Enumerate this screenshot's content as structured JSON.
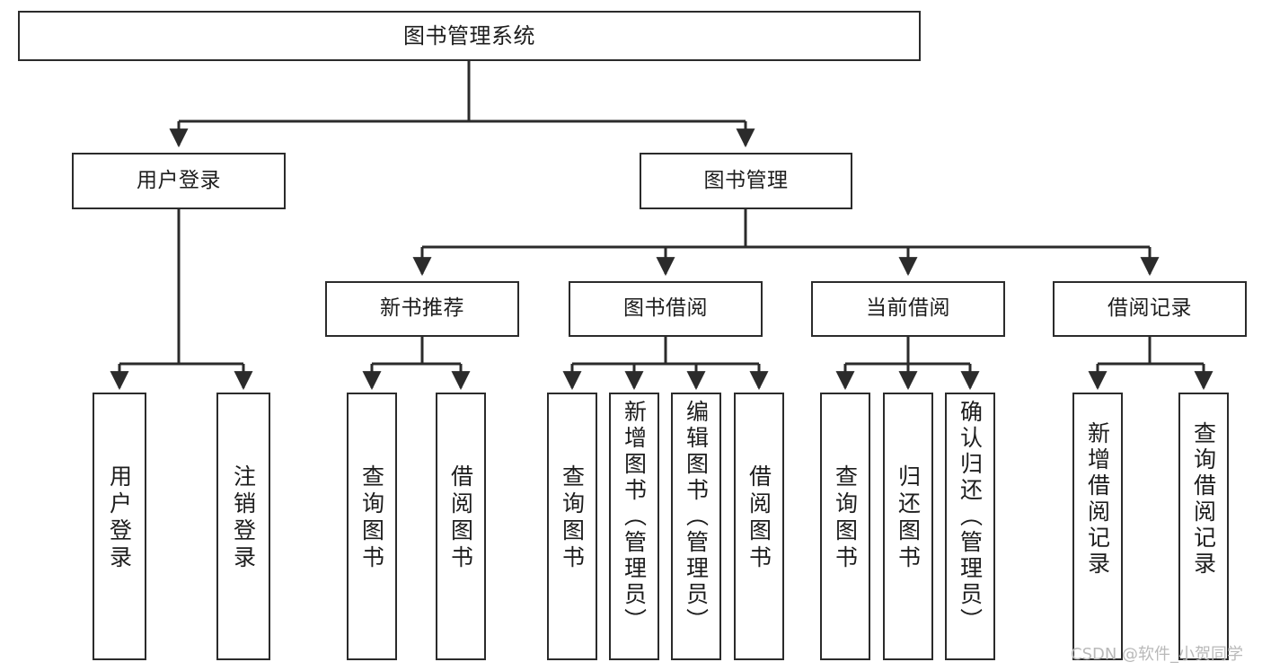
{
  "diagram": {
    "type": "tree-hierarchy-chart",
    "title": "图书管理系统",
    "watermark": "CSDN @软件_小贺同学",
    "colors": {
      "background": "#ffffff",
      "stroke": "#2b2b2b",
      "text": "#1d1d1d",
      "watermark": "#b9b9b9"
    },
    "levels": {
      "root": {
        "label": "图书管理系统"
      },
      "level2": [
        {
          "id": "user-login",
          "label": "用户登录"
        },
        {
          "id": "book-manage",
          "label": "图书管理"
        }
      ],
      "level3": [
        {
          "id": "new-book-recommend",
          "label": "新书推荐",
          "parent": "book-manage"
        },
        {
          "id": "book-borrow",
          "label": "图书借阅",
          "parent": "book-manage"
        },
        {
          "id": "current-borrow",
          "label": "当前借阅",
          "parent": "book-manage"
        },
        {
          "id": "borrow-record",
          "label": "借阅记录",
          "parent": "book-manage"
        }
      ],
      "leaves": [
        {
          "id": "leaf-user-login",
          "label": "用户登录",
          "parent": "user-login"
        },
        {
          "id": "leaf-logout-login",
          "label": "注销登录",
          "parent": "user-login"
        },
        {
          "id": "leaf-query-book-1",
          "label": "查询图书",
          "parent": "new-book-recommend"
        },
        {
          "id": "leaf-borrow-book-1",
          "label": "借阅图书",
          "parent": "new-book-recommend"
        },
        {
          "id": "leaf-query-book-2",
          "label": "查询图书",
          "parent": "book-borrow"
        },
        {
          "id": "leaf-add-book",
          "label": "新增图书（管理员）",
          "parent": "book-borrow"
        },
        {
          "id": "leaf-edit-book",
          "label": "编辑图书（管理员）",
          "parent": "book-borrow"
        },
        {
          "id": "leaf-borrow-book-2",
          "label": "借阅图书",
          "parent": "book-borrow"
        },
        {
          "id": "leaf-query-book-3",
          "label": "查询图书",
          "parent": "current-borrow"
        },
        {
          "id": "leaf-return-book",
          "label": "归还图书",
          "parent": "current-borrow"
        },
        {
          "id": "leaf-confirm-return",
          "label": "确认归还（管理员）",
          "parent": "current-borrow"
        },
        {
          "id": "leaf-add-record",
          "label": "新增借阅记录",
          "parent": "borrow-record"
        },
        {
          "id": "leaf-query-record",
          "label": "查询借阅记录",
          "parent": "borrow-record"
        }
      ]
    }
  }
}
